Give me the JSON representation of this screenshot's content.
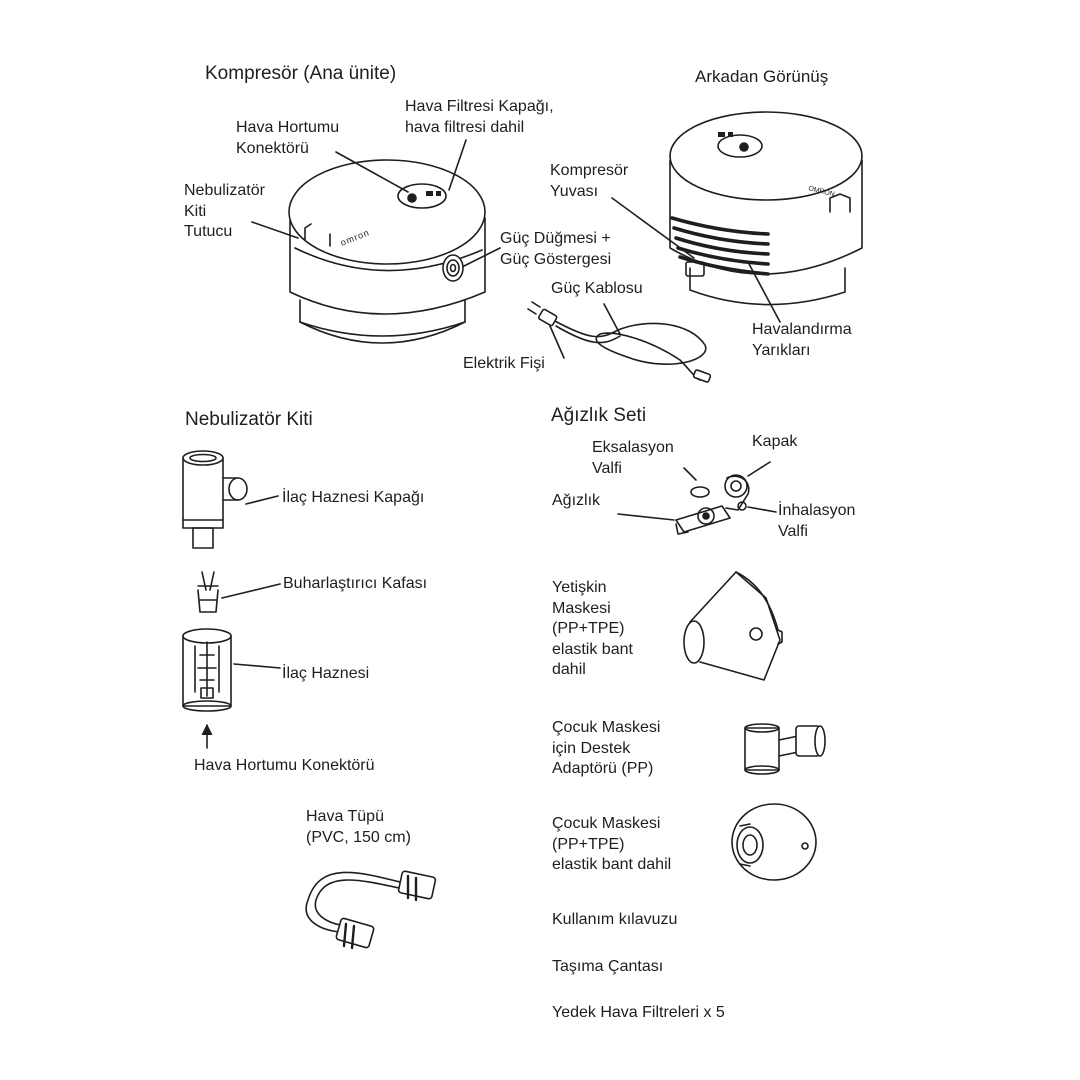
{
  "compressor": {
    "title": "Kompresör (Ana ünite)",
    "air_filter_cover": "Hava Filtresi Kapağı,\nhava filtresi dahil",
    "air_tube_connector": "Hava Hortumu\nKonektörü",
    "nebulizer_kit_holder": "Nebulizatör\nKiti\nTutucu",
    "power_button": "Güç Düğmesi +\nGüç Göstergesi",
    "brand_mark": "omron"
  },
  "rear_view": {
    "title": "Arkadan Görünüş",
    "compressor_slot": "Kompresör\nYuvası",
    "vent_slots": "Havalandırma\nYarıkları",
    "power_cord": "Güç Kablosu",
    "plug": "Elektrik Fişi"
  },
  "nebulizer_kit": {
    "title": "Nebulizatör Kiti",
    "medication_tank_cap": "İlaç Haznesi Kapağı",
    "vaporizer_head": "Buharlaştırıcı Kafası",
    "medication_tank": "İlaç Haznesi",
    "air_tube_connector": "Hava Hortumu Konektörü"
  },
  "air_tube": {
    "label": "Hava Tüpü\n(PVC, 150 cm)"
  },
  "mouthpiece_set": {
    "title": "Ağızlık Seti",
    "exhalation_valve": "Eksalasyon\nValfi",
    "cap": "Kapak",
    "mouthpiece": "Ağızlık",
    "inhalation_valve": "İnhalasyon\nValfi"
  },
  "accessories": {
    "adult_mask": "Yetişkin\nMaskesi\n(PP+TPE)\nelastik bant\ndahil",
    "child_mask_adapter": "Çocuk Maskesi\niçin Destek\nAdaptörü (PP)",
    "child_mask": "Çocuk Maskesi\n(PP+TPE)\nelastik bant dahil",
    "manual": "Kullanım kılavuzu",
    "carry_bag": "Taşıma Çantası",
    "spare_filters": "Yedek Hava Filtreleri x 5"
  }
}
